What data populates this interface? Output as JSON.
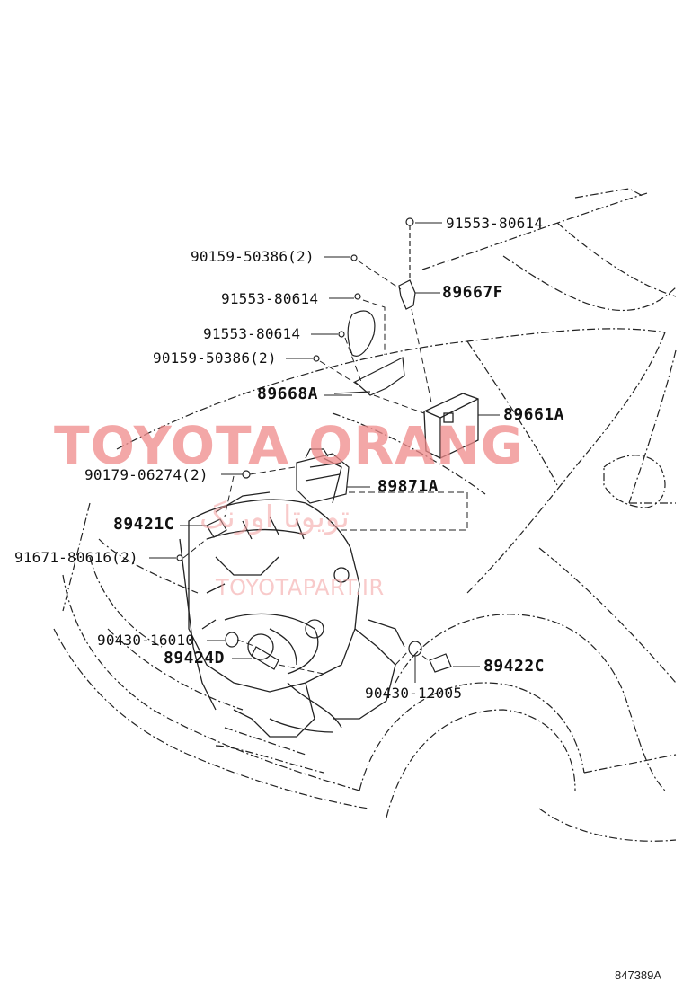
{
  "watermark": {
    "main": "TOYOTA ORANG",
    "farsi": "تویوتا اورنگ",
    "site": "TOYOTAPART.IR"
  },
  "labels": {
    "p1": "91553-80614",
    "p2": "90159-50386(2)",
    "p3": "89667F",
    "p4": "91553-80614",
    "p5": "91553-80614",
    "p6": "90159-50386(2)",
    "p7": "89668A",
    "p8": "89661A",
    "p9": "90179-06274(2)",
    "p10": "89871A",
    "p11": "89421C",
    "p12": "91671-80616(2)",
    "p13": "90430-16010",
    "p14": "89424D",
    "p15": "89422C",
    "p16": "90430-12005"
  },
  "reference": "847389A"
}
